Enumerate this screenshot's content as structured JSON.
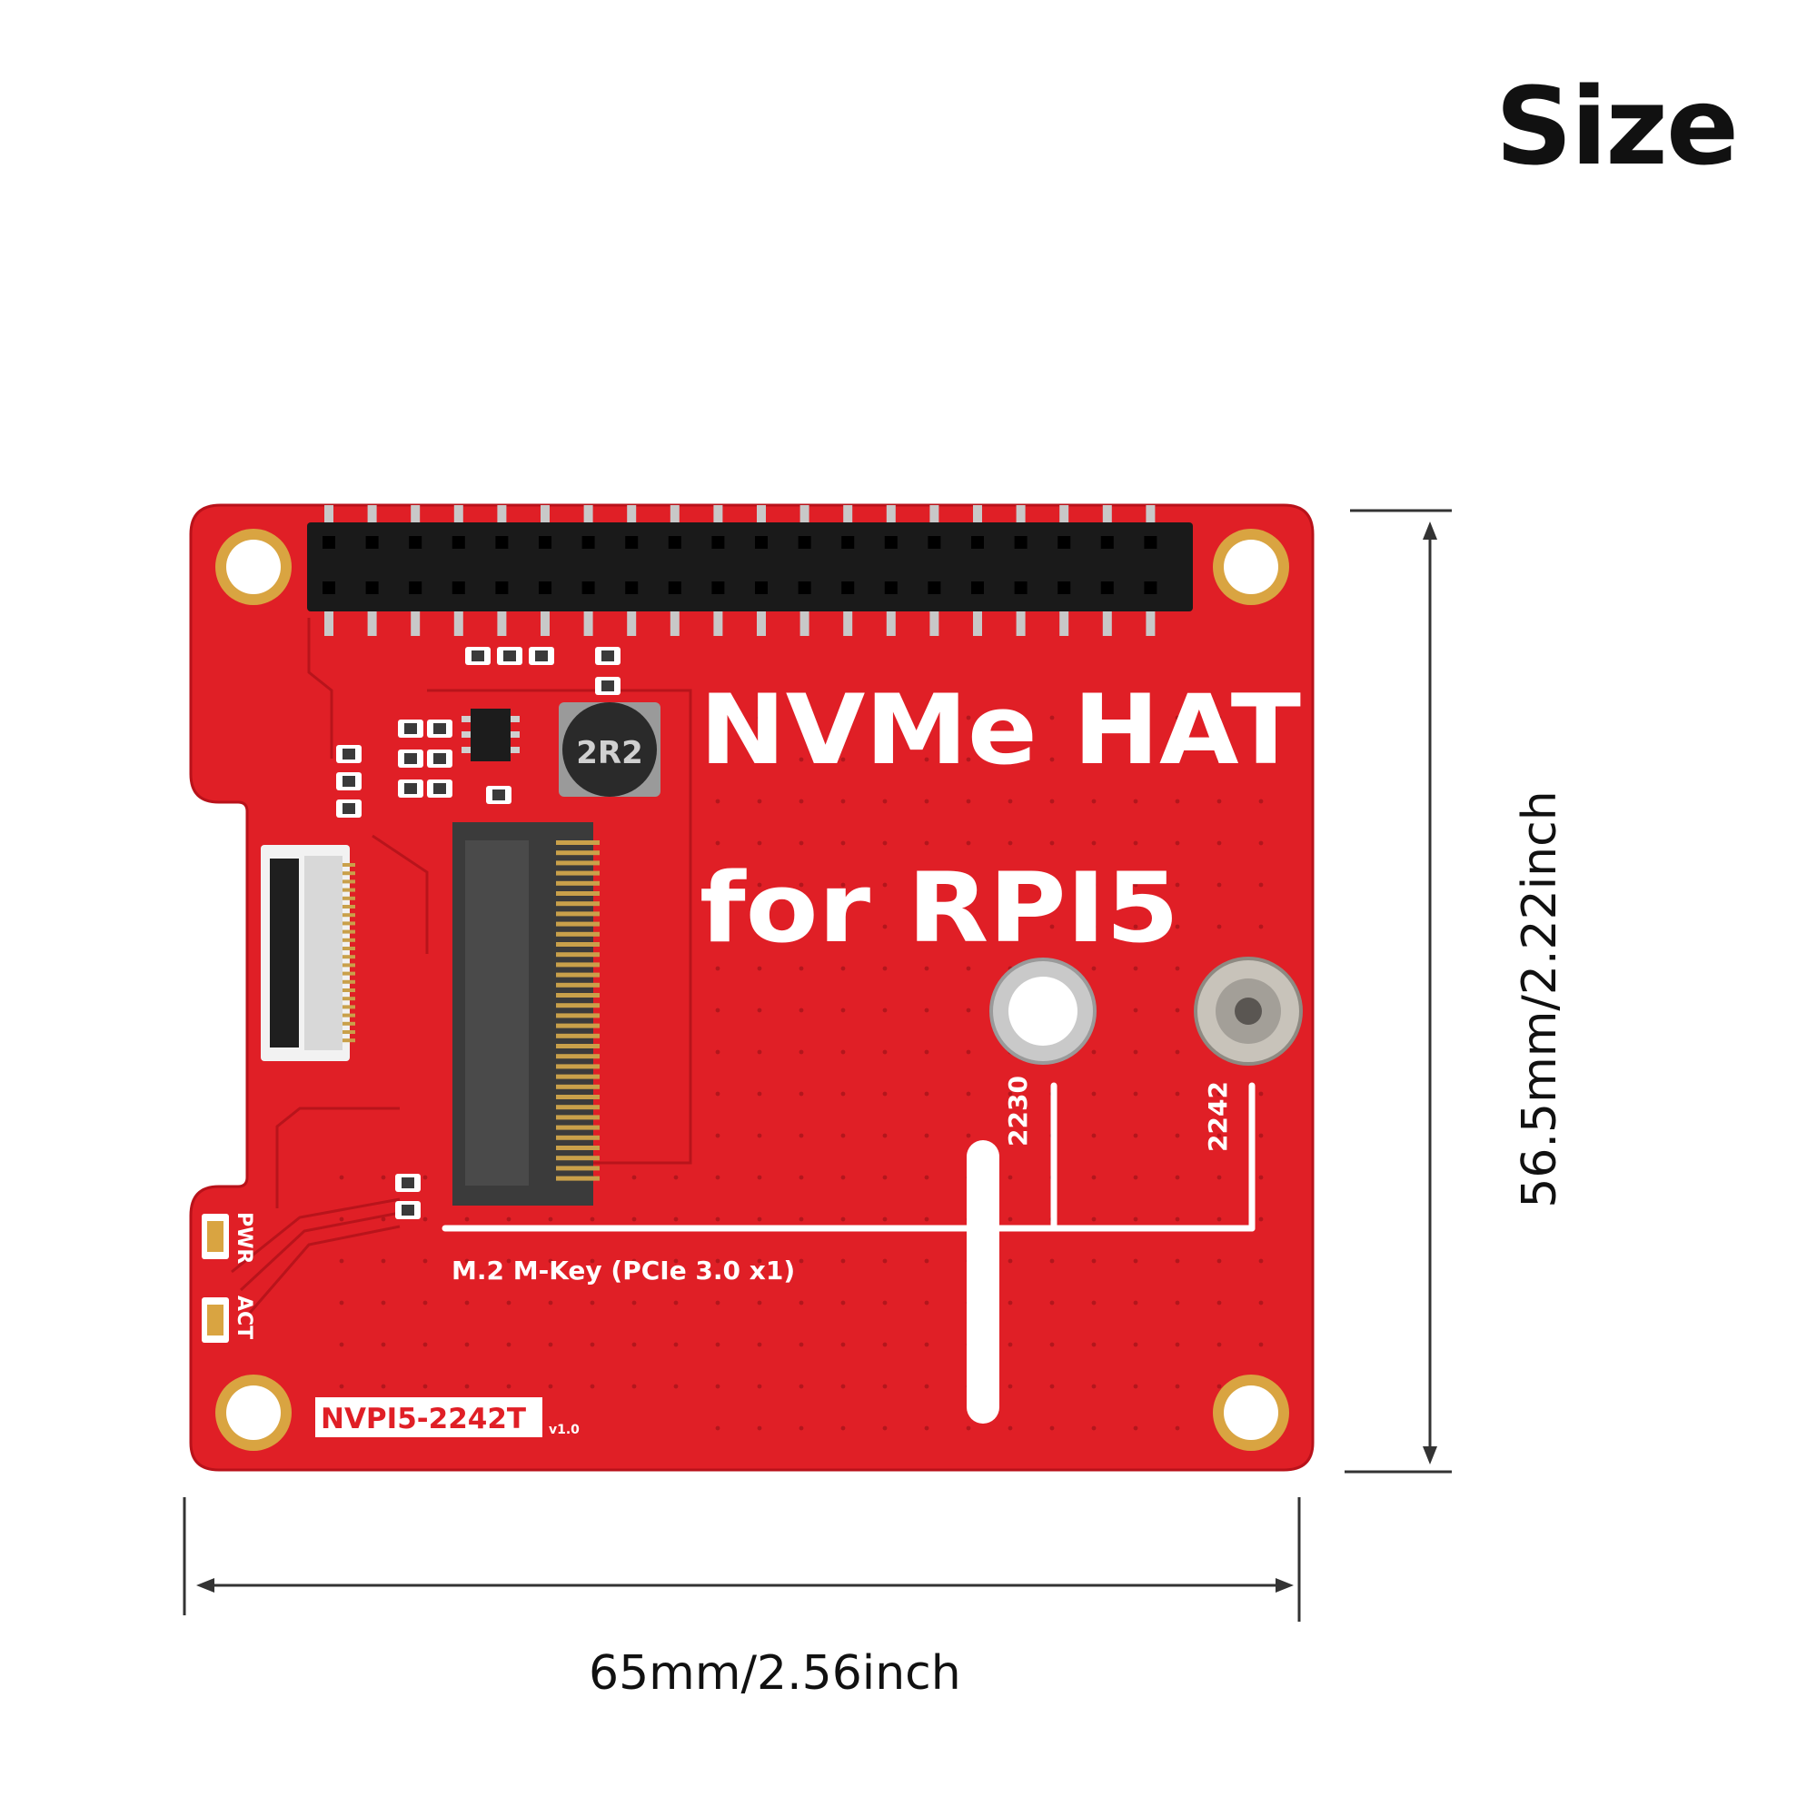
{
  "title": "Size",
  "dimensions": {
    "width": "65mm/2.56inch",
    "height": "56.5mm/2.22inch"
  },
  "board": {
    "heading_line1": "NVMe HAT",
    "heading_line2": "for RPI5",
    "slot_label": "M.2 M-Key (PCIe 3.0 x1)",
    "model": "NVPI5-2242T",
    "version": "v1.0",
    "led_pwr": "PWR",
    "led_act": "ACT",
    "size_2230": "2230",
    "size_2242": "2242",
    "inductor_mark": "2R2"
  },
  "colors": {
    "pcb": "#e01f26",
    "silkscreen": "#ffffff"
  }
}
